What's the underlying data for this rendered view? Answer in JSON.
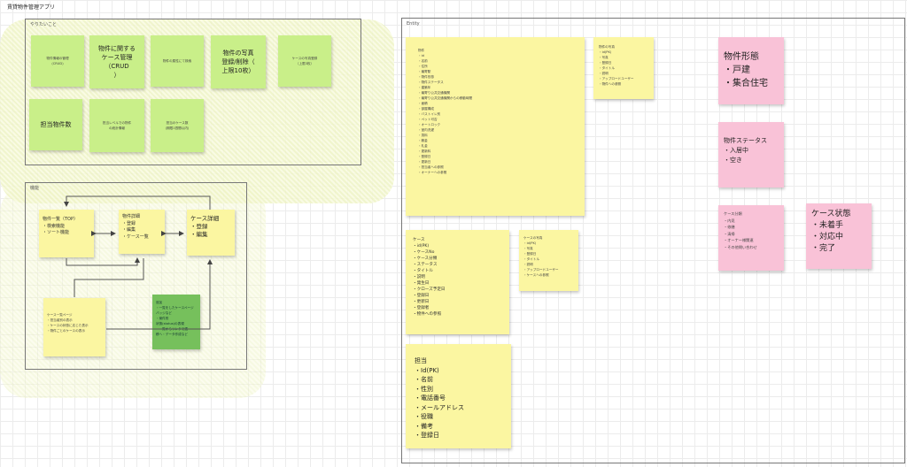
{
  "app": {
    "title": "賃貸物件管理アプリ"
  },
  "frames": {
    "todo": {
      "label": "やりたいこと"
    },
    "features": {
      "label": "機能"
    },
    "entity": {
      "label": "Entity"
    }
  },
  "todo_notes": [
    {
      "text": "物件情報の管理\n(CRUD)"
    },
    {
      "text": "物件に関する\nケース管理\n（CRUD\n）"
    },
    {
      "text": "物件の属性にて検索"
    },
    {
      "text": "物件の写真\n登録/削除（\n上限10枚）"
    },
    {
      "text": "ケースの写真登録\n（上限3枚）"
    },
    {
      "text": "担当物件数"
    },
    {
      "text": "担当レベルでの物件\nの統計情報"
    },
    {
      "text": "担当のケース数\n(期限1週間以内)"
    }
  ],
  "feature_notes": {
    "list": {
      "text": "物件一覧（TOP）\n・検索機能\n・ソート機能"
    },
    "detail": {
      "text": "物件詳細\n・登録\n・編集\n・ケース一覧"
    },
    "case_detail": {
      "text": "ケース詳細\n・登録\n・編集"
    },
    "memo": {
      "text": "ケース一覧ページ\n・担当者別の表示\n・ケースの状態に応じた表示\n・物件ごとのケースの表示"
    },
    "green": {
      "text": "追加\n・一覧をしたケースページ\nバッジなど\n・案件別\n状態(status)の表現\n・一覧からリンクで遷\n移へ・データ作成など"
    }
  },
  "entity_notes": {
    "property": {
      "text": "物件\n・id\n・名前\n・住所\n・最寄駅\n・物件形態\n・物件ステータス\n・建築年\n・最寄り公共交通機関\n・最寄り公共交通機関からの移動時間\n・面積\n・部屋構成\n・バストイレ別\n・ペット可否\n・オートロック\n・室内洗濯\n・賃料\n・敷金\n・礼金\n・更新料\n・登録日\n・更新日\n・担当者への参照\n・オーナーへの参照"
    },
    "property_photo": {
      "text": "物件の写真\n・id(PK)\n・写真\n・登録日\n・タイトル\n・説明\n・アップロードユーザー\n・物件への参照"
    },
    "case": {
      "text": "ケース\n・id(PK)\n・ケースNo\n・ケース分類\n・ステータス\n・タイトル\n・説明\n・発生日\n・クローズ予定日\n・登録日\n・更新日\n・登録者\n・物件への参照"
    },
    "case_photo": {
      "text": "ケースの写真\n・id(PK)\n・写真\n・登録日\n・タイトル\n・説明\n・アップロードユーザー\n・ケースへの参照"
    },
    "staff": {
      "text": "担当\n・Id(PK)\n・名前\n・性別\n・電話番号\n・メールアドレス\n・役職\n・備考\n・登録日"
    }
  },
  "pink_notes": {
    "property_type": {
      "text": "物件形態\n・戸建\n・集合住宅"
    },
    "property_status": {
      "text": "物件ステータス\n・入居中\n・空き"
    },
    "case_category": {
      "text": "ケース分類\n・内見\n・修繕\n・清掃\n・オーナー様関連\n・その他問い合わせ"
    },
    "case_state": {
      "text": "ケース状態\n・未着手\n・対応中\n・完了"
    }
  },
  "colors": {
    "yellow": "#fbf6a1",
    "green": "#c9ef89",
    "dark_green": "#76c05c",
    "pink": "#f9c2d7"
  }
}
